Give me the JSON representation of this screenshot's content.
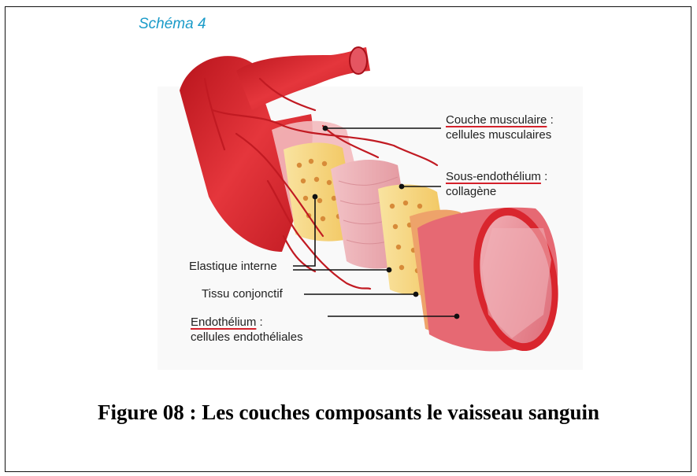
{
  "schema_title": "Schéma 4",
  "labels": {
    "couche_musculaire": "Couche musculaire",
    "couche_musculaire_colon": " :",
    "cellules_musculaires": "cellules musculaires",
    "sous_endothelium": "Sous-endothélium",
    "sous_endothelium_colon": " :",
    "collagene": "collagène",
    "elastique_interne": "Elastique interne",
    "tissu_conjonctif": "Tissu conjonctif",
    "endothelium": "Endothélium",
    "endothelium_colon": " :",
    "cellules_endotheliales": "cellules endothéliales"
  },
  "caption": "Figure 08 : Les couches composants le vaisseau sanguin",
  "colors": {
    "accent_title": "#1a9bc9",
    "artery_red": "#d9262e",
    "collagen_pink": "#e79aa3",
    "elastic_yellow": "#f6d36b",
    "underline_red": "#d4202a"
  }
}
